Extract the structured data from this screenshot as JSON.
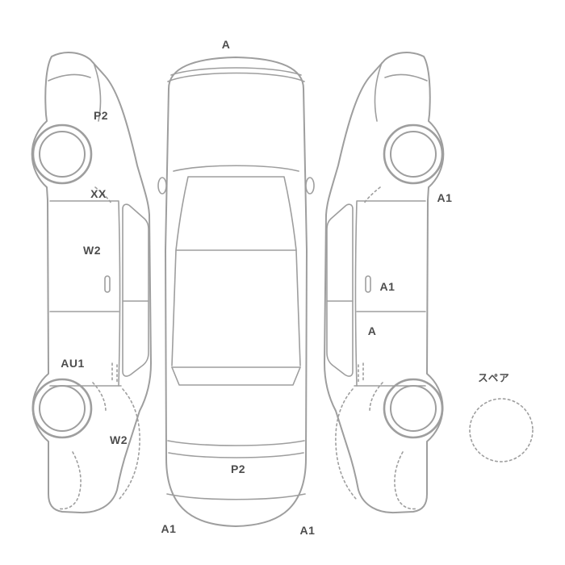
{
  "diagram_title": "vehicle-condition-map",
  "colors": {
    "outline": "#9e9e9e",
    "label": "#4d4d4d",
    "background": "#ffffff"
  },
  "labels": {
    "roof_front": "A",
    "left_front_fender": "P2",
    "left_door_top": "XX",
    "left_front_door": "W2",
    "left_rear_wheel_arch": "AU1",
    "left_rear_quarter": "W2",
    "right_side_sill": "A1",
    "right_front_door": "A1",
    "right_rear_door": "A",
    "rear_bumper_left": "A1",
    "rear_bumper_right": "A1",
    "trunk_lid": "P2",
    "spare_tire": "スペア"
  }
}
